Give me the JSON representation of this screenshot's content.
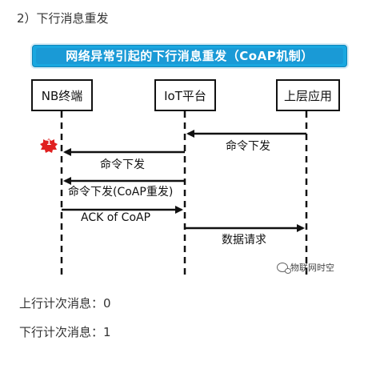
{
  "section_title": "2）下行消息重发",
  "banner": "网络异常引起的下行消息重发（CoAP机制）",
  "entities": [
    "NB终端",
    "IoT平台",
    "上层应用"
  ],
  "badge": "1",
  "messages": [
    "命令下发",
    "命令下发",
    "命令下发(CoAP重发)",
    "ACK of CoAP",
    "数据请求"
  ],
  "watermark": "物联网时空",
  "stats": {
    "uplink": "上行计次消息：0",
    "downlink": "下行计次消息：1"
  },
  "colors": {
    "banner": "#1a9ad6",
    "badge": "#e02020"
  }
}
